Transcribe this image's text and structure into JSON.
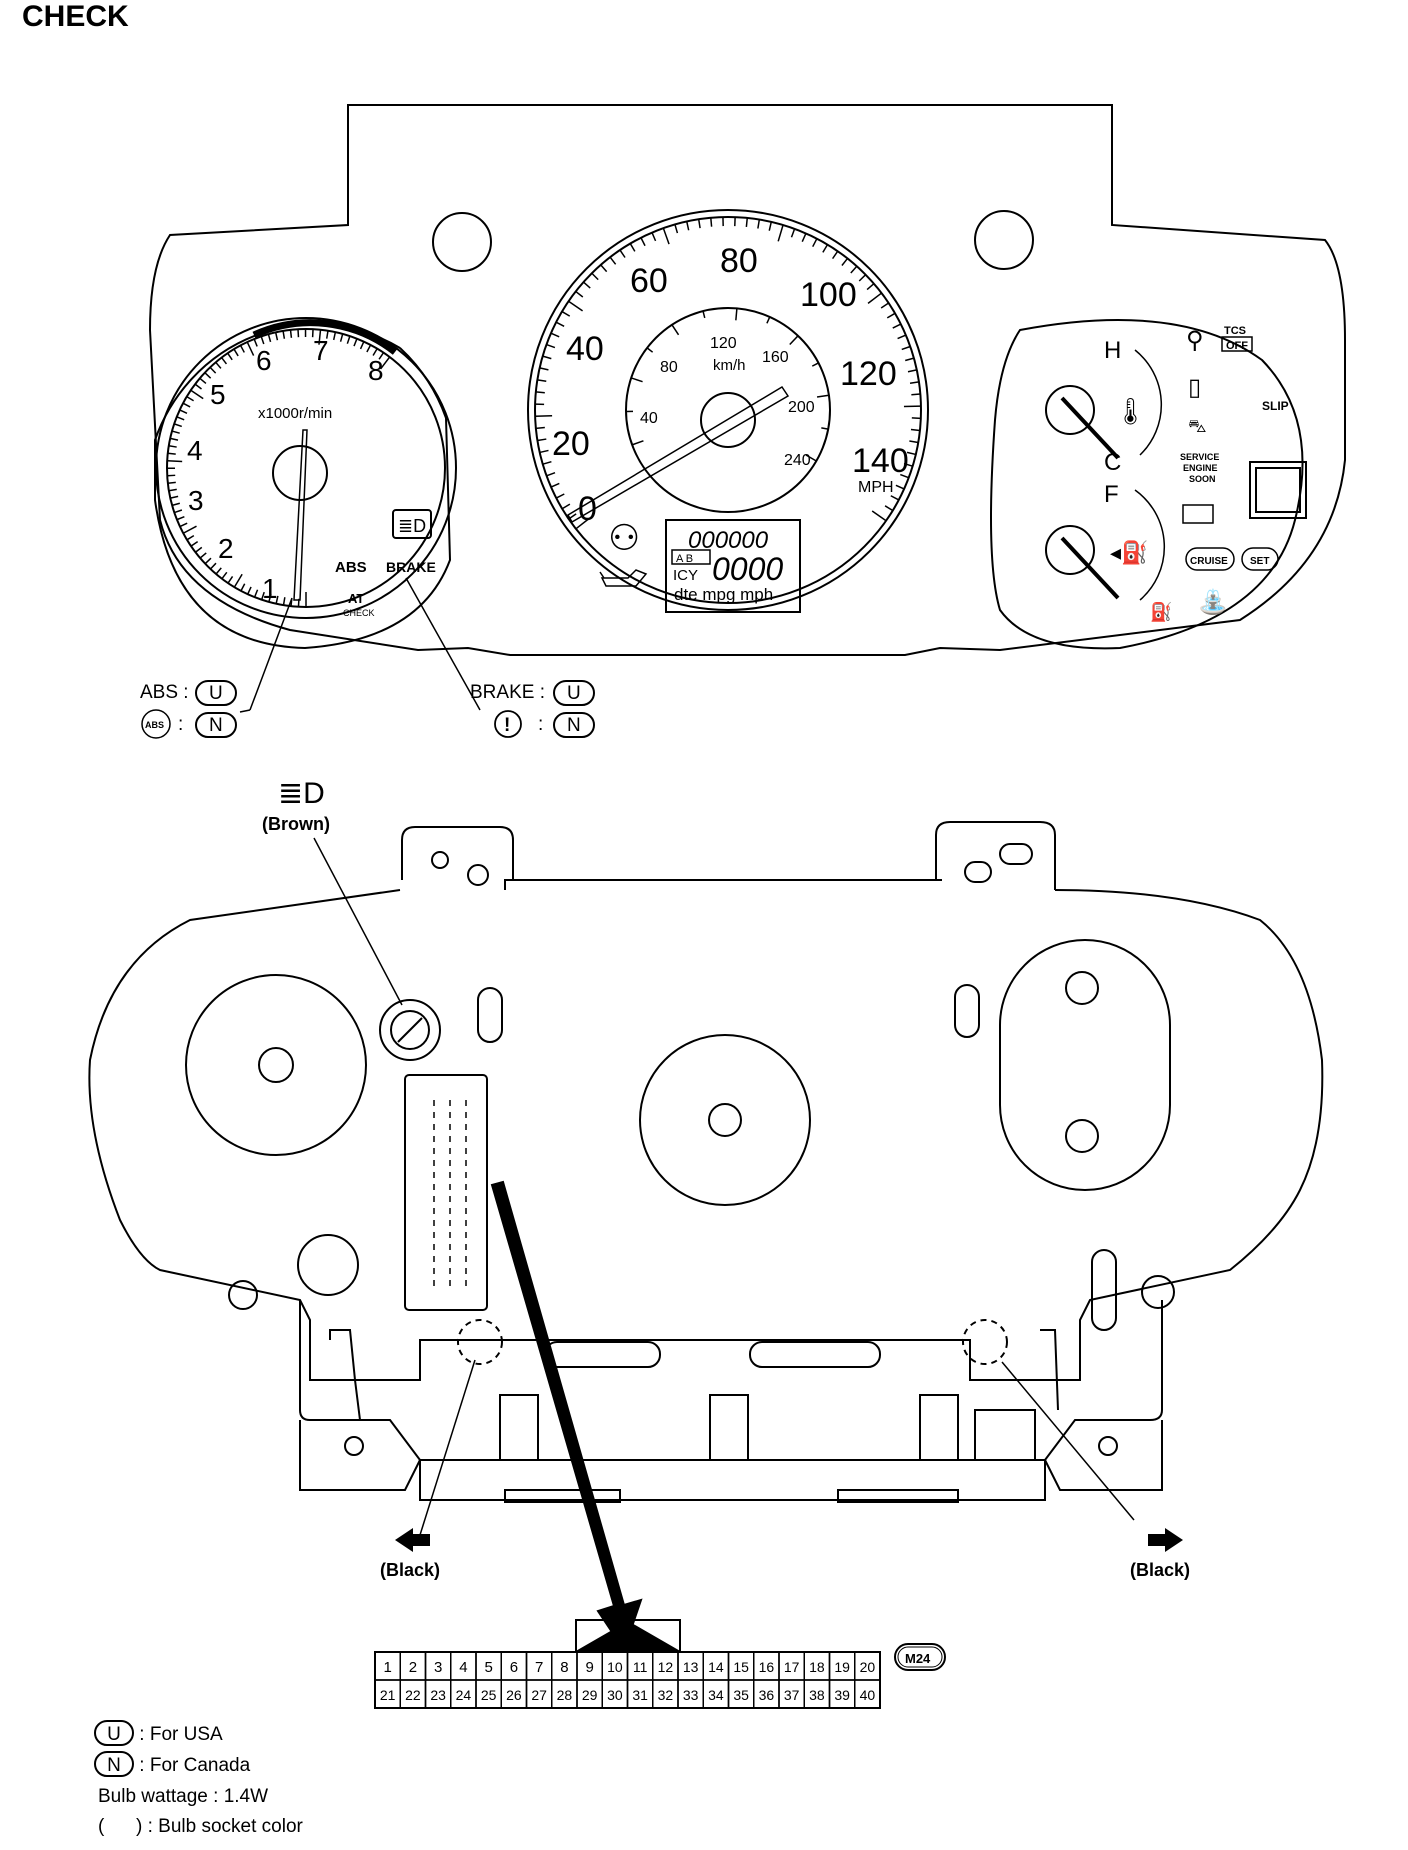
{
  "page_title": "CHECK",
  "tach": {
    "numbers": [
      "1",
      "2",
      "3",
      "4",
      "5",
      "6",
      "7",
      "8"
    ],
    "unit": "x1000r/min",
    "abs_label": "ABS",
    "brake_label": "BRAKE",
    "at_label": "AT",
    "check_label": "CHECK"
  },
  "speedo": {
    "mph_numbers": [
      "0",
      "20",
      "40",
      "60",
      "80",
      "100",
      "120",
      "140"
    ],
    "mph_unit": "MPH",
    "kmh_numbers": [
      "40",
      "80",
      "120",
      "160",
      "200",
      "240"
    ],
    "kmh_unit": "km/h",
    "odo_top": "000000",
    "odo_bottom": "0000",
    "ab_label": "A B",
    "icy_label": "ICY",
    "dte_row": "dte mpg mph"
  },
  "gauges": {
    "h_label": "H",
    "c_label": "C",
    "f_label": "F",
    "tcs_label": "TCS",
    "off_label": "OFF",
    "slip_label": "SLIP",
    "service_lines": [
      "SERVICE",
      "ENGINE",
      "SOON"
    ],
    "cruise_label": "CRUISE",
    "set_label": "SET"
  },
  "callouts": {
    "abs_u_prefix": "ABS :",
    "abs_n_prefix": "ABS",
    "brake_u_prefix": "BRAKE :",
    "brake_n_prefix": "!",
    "colon": ":",
    "u": "U",
    "n": "N",
    "brown": "(Brown)",
    "black_left": "(Black)",
    "black_right": "(Black)"
  },
  "connector": {
    "id": "M24",
    "top_row": [
      "1",
      "2",
      "3",
      "4",
      "5",
      "6",
      "7",
      "8",
      "9",
      "10",
      "11",
      "12",
      "13",
      "14",
      "15",
      "16",
      "17",
      "18",
      "19",
      "20"
    ],
    "bottom_row": [
      "21",
      "22",
      "23",
      "24",
      "25",
      "26",
      "27",
      "28",
      "29",
      "30",
      "31",
      "32",
      "33",
      "34",
      "35",
      "36",
      "37",
      "38",
      "39",
      "40"
    ]
  },
  "legend": {
    "u_symbol": "U",
    "u_text": ": For USA",
    "n_symbol": "N",
    "n_text": ": For Canada",
    "wattage": "Bulb wattage : 1.4W",
    "paren_symbol": "(      )",
    "paren_text": ": Bulb socket color"
  }
}
